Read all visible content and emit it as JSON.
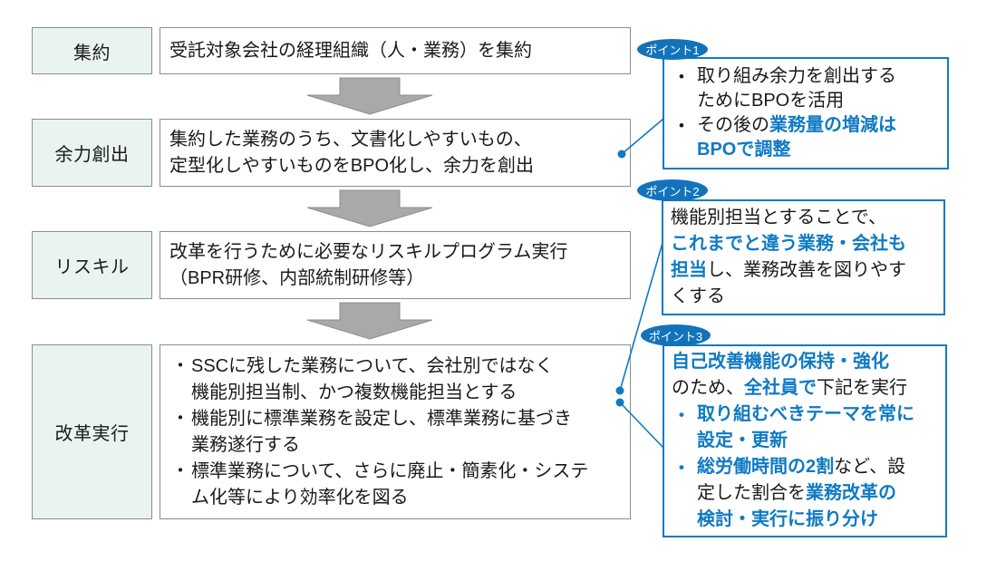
{
  "colors": {
    "accent_blue": "#0f7ac3",
    "badge_blue": "#1373ba",
    "stage_fill_green": "#eaf4ee",
    "box_border_gray": "#8c8c8c",
    "arrow_gray": "#a9a9a9",
    "text_black": "#1a1a1a"
  },
  "stages": [
    {
      "label": "集約",
      "lines": [
        {
          "segments": [
            {
              "text": "受託対象会社の経理組織（人・業務）を集約"
            }
          ]
        }
      ]
    },
    {
      "label": "余力創出",
      "lines": [
        {
          "segments": [
            {
              "text": "集約した業務のうち、文書化しやすいもの、"
            }
          ]
        },
        {
          "segments": [
            {
              "text": "定型化しやすいものをBPO化し、余力を創出"
            }
          ]
        }
      ]
    },
    {
      "label": "リスキル",
      "lines": [
        {
          "segments": [
            {
              "text": "改革を行うために必要なリスキルプログラム実行"
            }
          ]
        },
        {
          "segments": [
            {
              "text": "（BPR研修、内部統制研修等）"
            }
          ]
        }
      ]
    },
    {
      "label": "改革実行",
      "lines": [
        {
          "bullet": "・",
          "segments": [
            {
              "text": "SSCに残した業務について、会社別ではなく"
            }
          ]
        },
        {
          "indent": true,
          "segments": [
            {
              "text": "機能別担当制、かつ複数機能担当とする"
            }
          ]
        },
        {
          "bullet": "・",
          "segments": [
            {
              "text": "機能別に標準業務を設定し、標準業務に基づき"
            }
          ]
        },
        {
          "indent": true,
          "segments": [
            {
              "text": "業務遂行する"
            }
          ]
        },
        {
          "bullet": "・",
          "segments": [
            {
              "text": "標準業務について、さらに廃止・簡素化・システ"
            }
          ]
        },
        {
          "indent": true,
          "segments": [
            {
              "text": "ム化等により効率化を図る"
            }
          ]
        }
      ]
    }
  ],
  "points": [
    {
      "label": "ポイント1",
      "lines": [
        {
          "bullet": "•",
          "segments": [
            {
              "text": "取り組み余力を創出する"
            }
          ]
        },
        {
          "indent": true,
          "segments": [
            {
              "text": "ためにBPOを活用"
            }
          ]
        },
        {
          "bullet": "•",
          "segments": [
            {
              "text": "その後の"
            },
            {
              "text": "業務量の増減は",
              "blue": true
            }
          ]
        },
        {
          "indent": true,
          "segments": [
            {
              "text": "BPOで調整",
              "blue": true
            }
          ]
        }
      ]
    },
    {
      "label": "ポイント2",
      "lines": [
        {
          "segments": [
            {
              "text": "機能別担当とすることで、"
            }
          ]
        },
        {
          "segments": [
            {
              "text": "これまでと違う業務・会社も",
              "blue": true
            }
          ]
        },
        {
          "segments": [
            {
              "text": "担当",
              "blue": true
            },
            {
              "text": "し、業務改善を図りやす"
            }
          ]
        },
        {
          "segments": [
            {
              "text": "くする"
            }
          ]
        }
      ]
    },
    {
      "label": "ポイント3",
      "lines": [
        {
          "segments": [
            {
              "text": "自己改善機能の保持・強化",
              "blue": true
            }
          ]
        },
        {
          "segments": [
            {
              "text": "のため、"
            },
            {
              "text": "全社員で",
              "blue": true
            },
            {
              "text": "下記を実行"
            }
          ]
        },
        {
          "bullet": "•",
          "bullet_blue": true,
          "segments": [
            {
              "text": "取り組むべきテーマを常に",
              "blue": true
            }
          ]
        },
        {
          "indent": true,
          "segments": [
            {
              "text": "設定・更新",
              "blue": true
            }
          ]
        },
        {
          "bullet": "•",
          "bullet_blue": true,
          "segments": [
            {
              "text": "総労働時間の2割",
              "blue": true
            },
            {
              "text": "など、設"
            }
          ]
        },
        {
          "indent": true,
          "segments": [
            {
              "text": "定した割合を"
            },
            {
              "text": "業務改革の",
              "blue": true
            }
          ]
        },
        {
          "indent": true,
          "segments": [
            {
              "text": "検討・実行に振り分け",
              "blue": true
            }
          ]
        }
      ]
    }
  ]
}
